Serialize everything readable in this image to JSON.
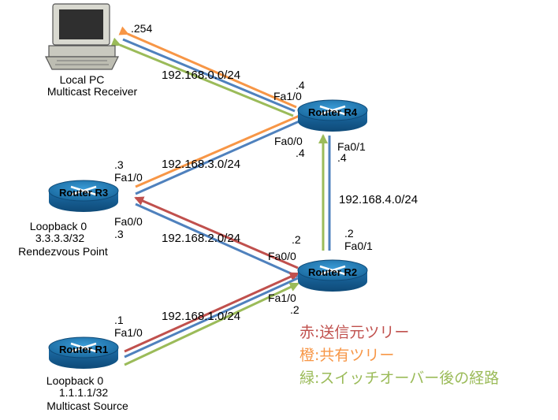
{
  "nodes": {
    "pc": {
      "line1": "Local PC",
      "line2": "Multicast Receiver",
      "addr": ".254"
    },
    "r4": {
      "name": "Router R4",
      "fa10_addr": ".4",
      "fa10": "Fa1/0",
      "fa00": "Fa0/0",
      "fa00_addr": ".4",
      "fa01": "Fa0/1",
      "fa01_addr": ".4"
    },
    "r3": {
      "name": "Router R3",
      "fa10_addr": ".3",
      "fa10": "Fa1/0",
      "fa00": "Fa0/0",
      "fa00_addr": ".3",
      "line1": "Loopback 0",
      "line2": "3.3.3.3/32",
      "line3": "Rendezvous Point"
    },
    "r2": {
      "name": "Router R2",
      "fa00_addr": ".2",
      "fa00": "Fa0/0",
      "fa01_addr": ".2",
      "fa01": "Fa0/1",
      "fa10": "Fa1/0",
      "fa10_addr": ".2"
    },
    "r1": {
      "name": "Router R1",
      "fa10_addr": ".1",
      "fa10": "Fa1/0",
      "line1": "Loopback 0",
      "line2": "1.1.1.1/32",
      "line3": "Multicast Source"
    }
  },
  "networks": {
    "n0": "192.168.0.0/24",
    "n3": "192.168.3.0/24",
    "n4": "192.168.4.0/24",
    "n2": "192.168.2.0/24",
    "n1": "192.168.1.0/24"
  },
  "legend": [
    {
      "key": "赤",
      "sep": ":",
      "text": "送信元ツリー",
      "color": "#c0504d"
    },
    {
      "key": "橙",
      "sep": ":",
      "text": "共有ツリー",
      "color": "#f79646"
    },
    {
      "key": "緑",
      "sep": ":",
      "text": "スイッチオーバー後の経路",
      "color": "#9bbb59"
    }
  ],
  "colors": {
    "blue_link": "#4f81bd",
    "red": "#c0504d",
    "orange": "#f79646",
    "green": "#9bbb59",
    "router": "#1f6fa3"
  }
}
